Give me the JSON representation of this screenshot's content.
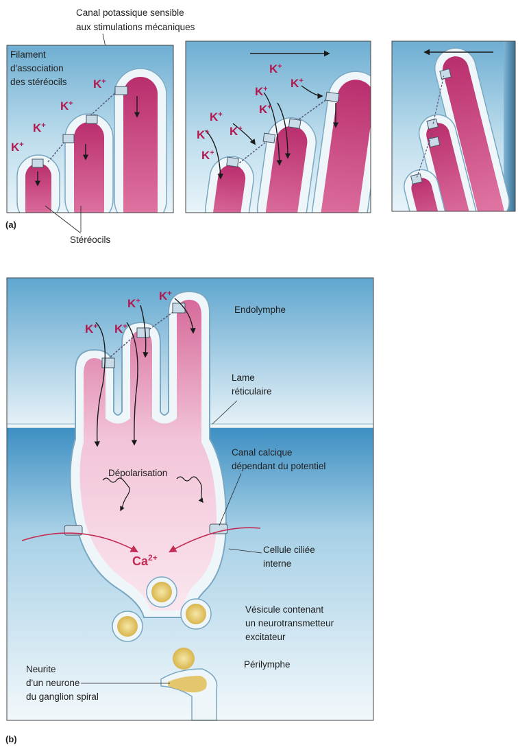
{
  "panel_a": {
    "letter": "(a)",
    "top_label": [
      "Canal potassique sensible",
      "aux stimulations mécaniques"
    ],
    "filament_label": [
      "Filament",
      "d'association",
      "des stéréocils"
    ],
    "stereocils_label": "Stéréocils",
    "ion_k": "K+"
  },
  "panel_b": {
    "letter": "(b)",
    "ion_k": "K+",
    "endolymph": "Endolymphe",
    "lame": [
      "Lame",
      "réticulaire"
    ],
    "canal_ca": [
      "Canal calcique",
      "dépendant du potentiel"
    ],
    "depol": "Dépolarisation",
    "ca_ion": "Ca2+",
    "cellule": [
      "Cellule ciliée",
      "interne"
    ],
    "vesicule": [
      "Vésicule contenant",
      "un neurotransmetteur",
      "excitateur"
    ],
    "perilymphe": "Périlymphe",
    "neurite": [
      "Neurite",
      "d'un neurone",
      "du ganglion spiral"
    ]
  },
  "colors": {
    "sky_top": "#7fb6d6",
    "sky_bottom": "#dcecf4",
    "cell_pink": "#c8457e",
    "ion_red": "#b3174f",
    "membrane": "#9fc9dd"
  }
}
